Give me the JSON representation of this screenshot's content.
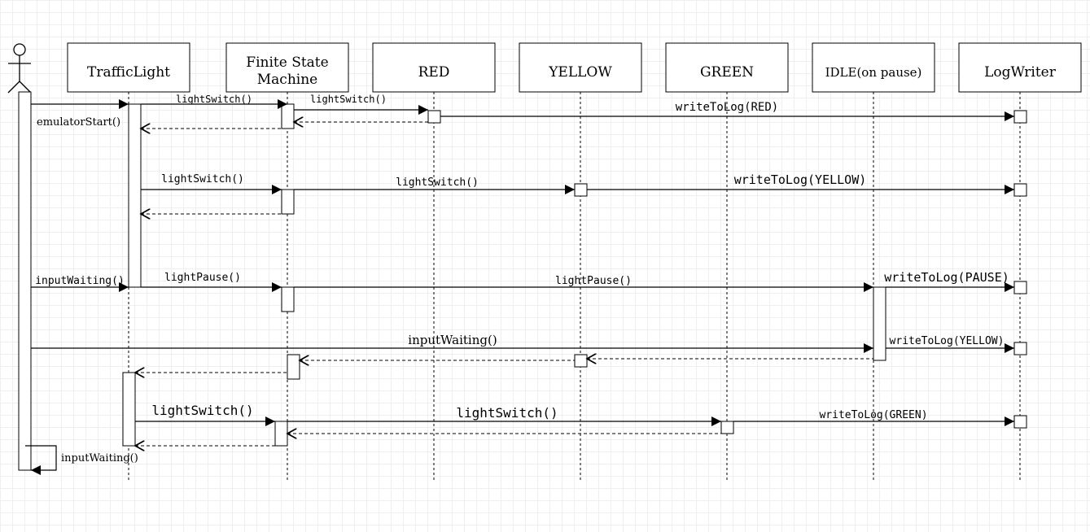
{
  "participants": {
    "traffic_light": "TrafficLight",
    "fsm_line1": "Finite State",
    "fsm_line2": "Machine",
    "red": "RED",
    "yellow": "YELLOW",
    "green": "GREEN",
    "idle": "IDLE(on pause)",
    "log_writer": "LogWriter"
  },
  "messages": {
    "emulator_start": "emulatorStart()",
    "tl_to_fsm_switch_1": "lightSwitch()",
    "fsm_to_red_switch": "lightSwitch()",
    "red_write_log": "writeToLog(RED)",
    "tl_to_fsm_switch_2": "lightSwitch()",
    "fsm_to_yellow_switch": "lightSwitch()",
    "yellow_write_log": "writeToLog(YELLOW)",
    "input_waiting_1": "inputWaiting()",
    "tl_to_fsm_pause": "lightPause()",
    "fsm_to_idle_pause": "lightPause()",
    "idle_write_pause": "writeToLog(PAUSE)",
    "input_waiting_2": "inputWaiting()",
    "idle_write_yellow": "writeToLog(YELLOW)",
    "tl_to_fsm_switch_3": "lightSwitch()",
    "fsm_to_green_switch": "lightSwitch()",
    "green_write_log": "writeToLog(GREEN)",
    "input_waiting_self": "inputWaiting()"
  }
}
